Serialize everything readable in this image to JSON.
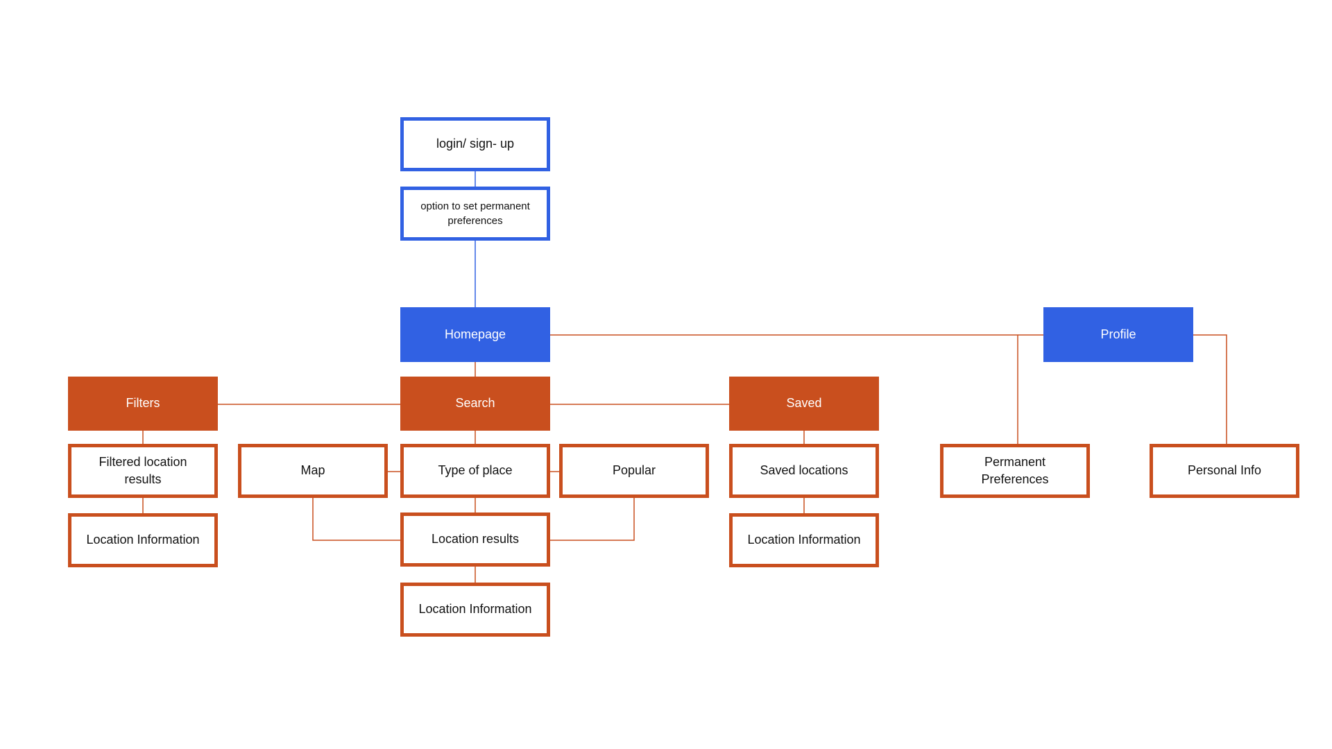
{
  "colors": {
    "blue": "#3161e3",
    "orange": "#c94f1e",
    "background": "#ffffff",
    "text_dark": "#111111",
    "text_light": "#ffffff"
  },
  "nodes": {
    "login": "login/ sign- up",
    "option": "option to set permanent preferences",
    "homepage": "Homepage",
    "profile": "Profile",
    "filters": "Filters",
    "search": "Search",
    "saved": "Saved",
    "filtered_results": "Filtered location results",
    "map": "Map",
    "type_of_place": "Type of place",
    "popular": "Popular",
    "saved_locations": "Saved locations",
    "permanent_preferences": "Permanent Preferences",
    "personal_info": "Personal Info",
    "location_info_filters": "Location Information",
    "location_results": "Location results",
    "location_info_saved": "Location Information",
    "location_info_search": "Location Information"
  }
}
